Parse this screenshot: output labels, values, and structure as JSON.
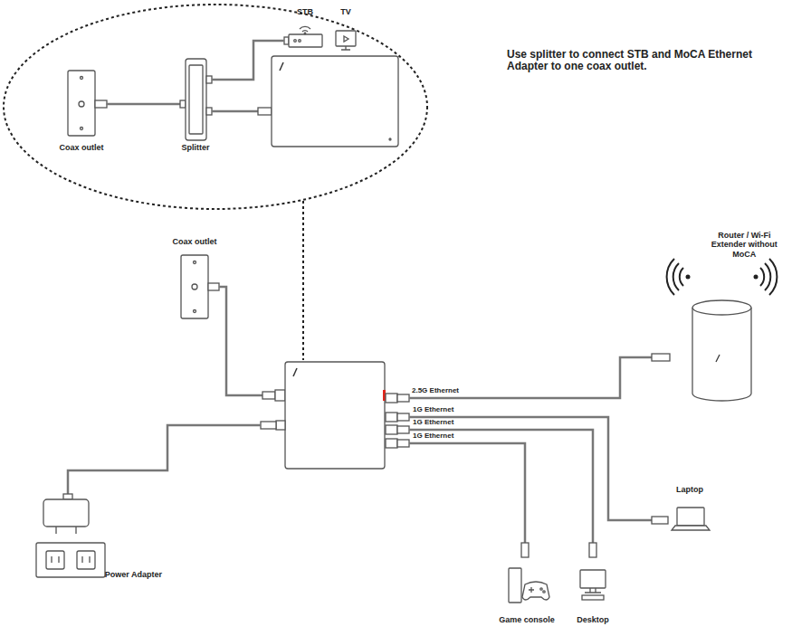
{
  "diagram": {
    "nodes": [
      {
        "text": [
          "Coax outlet"
        ]
      },
      {
        "text": [
          "Splitter"
        ]
      },
      {
        "text": [
          "STB"
        ]
      },
      {
        "text": [
          "TV"
        ]
      },
      {
        "text": [
          "Coax outlet"
        ]
      },
      {
        "text": [
          "Router / Wi-Fi Extender without MoCA"
        ]
      },
      {
        "text": [
          "Laptop"
        ]
      },
      {
        "text": [
          "Game console"
        ]
      },
      {
        "text": [
          "Desktop"
        ]
      },
      {
        "text": [
          "Power Adapter"
        ]
      }
    ],
    "edges": [
      {
        "from": 0,
        "to": 1,
        "arrow": "none"
      },
      {
        "from": 1,
        "to": 2,
        "arrow": "none"
      }
    ],
    "labels": [
      "Use splitter to connect STB and MoCA Ethernet Adapter to one coax outlet.",
      "2.5G Ethernet",
      "1G Ethernet",
      "1G Ethernet",
      "1G Ethernet"
    ]
  }
}
